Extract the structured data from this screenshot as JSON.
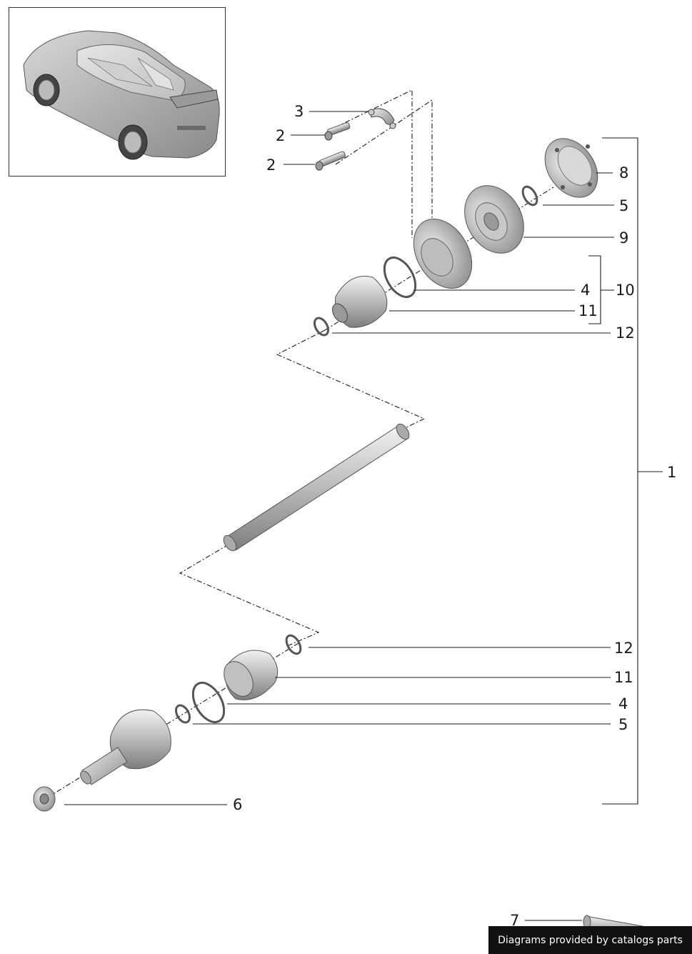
{
  "callouts": {
    "c1": "1",
    "c2a": "2",
    "c2b": "2",
    "c3": "3",
    "c4a": "4",
    "c4b": "4",
    "c5a": "5",
    "c5b": "5",
    "c6": "6",
    "c7": "7",
    "c8": "8",
    "c9": "9",
    "c10": "10",
    "c11a": "11",
    "c11b": "11",
    "c12a": "12",
    "c12b": "12"
  },
  "footer": {
    "text": "Diagrams provided by catalogs parts"
  }
}
